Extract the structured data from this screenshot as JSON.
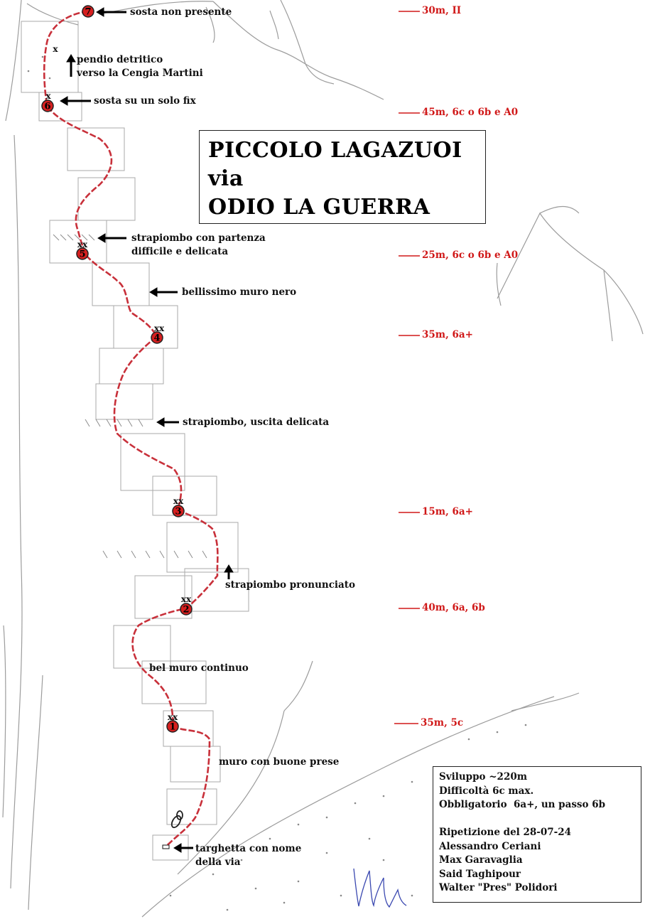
{
  "colors": {
    "route": "#c8303a",
    "belay": "#d61f1f",
    "grade": "#d01818",
    "sketch": "#9c9c9c",
    "signature": "#3a48b0"
  },
  "title": {
    "line1": "PICCOLO LAGAZUOI",
    "line2": "via",
    "line3": "ODIO LA GUERRA"
  },
  "belays": [
    {
      "num": "7",
      "bolts": ""
    },
    {
      "num": "6",
      "bolts": "x"
    },
    {
      "num": "5",
      "bolts": "xx"
    },
    {
      "num": "4",
      "bolts": "xx"
    },
    {
      "num": "3",
      "bolts": "xx"
    },
    {
      "num": "2",
      "bolts": "xx"
    },
    {
      "num": "1",
      "bolts": "xx"
    }
  ],
  "detritus_mark": "x",
  "pitch_grades": [
    "30m, II",
    "45m, 6c o 6b e A0",
    "25m, 6c o 6b e A0",
    "35m, 6a+",
    "15m, 6a+",
    "40m, 6a, 6b",
    "35m, 5c"
  ],
  "notes": {
    "sosta_non_presente": "sosta non presente",
    "pendio_1": "pendio detritico",
    "pendio_2": "verso la Cengia Martini",
    "sosta_fix": "sosta su un solo fix",
    "strapiombo_partenza_1": "strapiombo con partenza",
    "strapiombo_partenza_2": "difficile e delicata",
    "muro_nero": "bellissimo muro nero",
    "uscita_delicata": "strapiombo, uscita delicata",
    "pronunciato": "strapiombo pronunciato",
    "muro_continuo": "bel muro continuo",
    "buone_prese": "muro con buone prese",
    "targhetta_1": "targhetta con nome",
    "targhetta_2": "della via"
  },
  "info": [
    "Sviluppo ~220m",
    "Difficoltà 6c max.",
    "Obbligatorio  6a+, un passo 6b",
    "",
    "Ripetizione del 28-07-24",
    "Alessandro Ceriani",
    "Max Garavaglia",
    "Said Taghipour",
    "Walter \"Pres\" Polidori"
  ]
}
